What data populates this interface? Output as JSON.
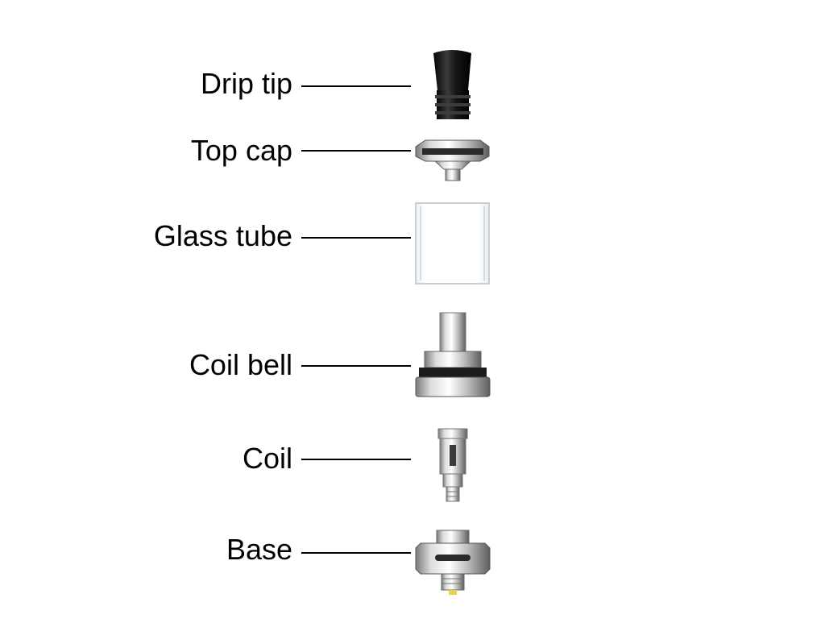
{
  "diagram": {
    "labels": {
      "drip_tip": "Drip tip",
      "top_cap": "Top cap",
      "glass_tube": "Glass tube",
      "coil_bell": "Coil bell",
      "coil": "Coil",
      "base": "Base"
    },
    "colors": {
      "text": "#000000",
      "leader_line": "#000000",
      "drip_tip_black": "#111111",
      "steel_light": "#e6e6e6",
      "steel_dark": "#6e6e6e",
      "glass_edge": "#c8cfd4",
      "pin_gold": "#e8d44a"
    },
    "icons": [
      "drip-tip-part",
      "top-cap-part",
      "glass-tube-part",
      "coil-bell-part",
      "coil-part",
      "base-part"
    ]
  }
}
